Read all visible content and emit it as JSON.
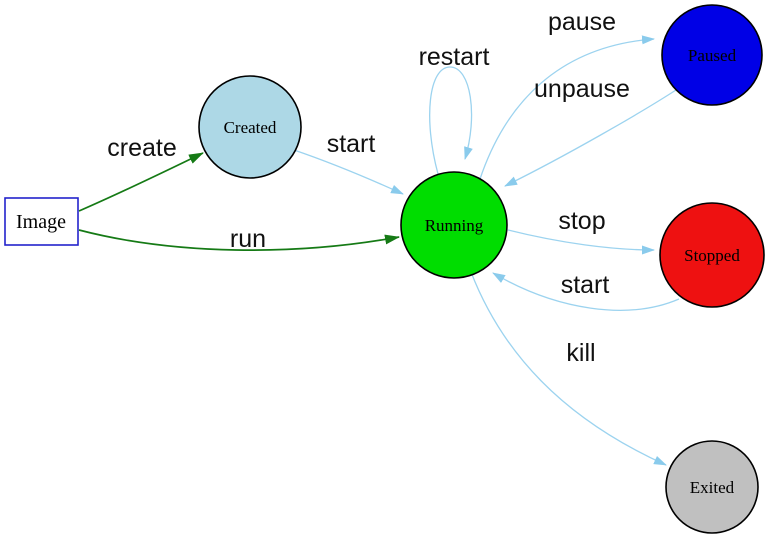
{
  "diagram": {
    "type": "state-diagram",
    "colors": {
      "background": "#ffffff",
      "edge_action": "#9cd3ef",
      "edge_action_arrow": "#8acbec",
      "edge_build": "#157a15",
      "node_border": "#000000",
      "image_border": "#2323cc"
    },
    "nodes": [
      {
        "id": "image",
        "label": "Image",
        "shape": "rect",
        "fill": "#ffffff"
      },
      {
        "id": "created",
        "label": "Created",
        "shape": "circle",
        "fill": "#add8e6"
      },
      {
        "id": "running",
        "label": "Running",
        "shape": "circle",
        "fill": "#00dd00"
      },
      {
        "id": "paused",
        "label": "Paused",
        "shape": "circle",
        "fill": "#0000e6"
      },
      {
        "id": "stopped",
        "label": "Stopped",
        "shape": "circle",
        "fill": "#ee1111"
      },
      {
        "id": "exited",
        "label": "Exited",
        "shape": "circle",
        "fill": "#c0c0c0"
      }
    ],
    "edges": [
      {
        "from": "image",
        "to": "created",
        "label": "create",
        "color": "#157a15"
      },
      {
        "from": "image",
        "to": "running",
        "label": "run",
        "color": "#157a15"
      },
      {
        "from": "created",
        "to": "running",
        "label": "start",
        "color": "#9cd3ef"
      },
      {
        "from": "running",
        "to": "running",
        "label": "restart",
        "color": "#9cd3ef"
      },
      {
        "from": "running",
        "to": "paused",
        "label": "pause",
        "color": "#9cd3ef"
      },
      {
        "from": "paused",
        "to": "running",
        "label": "unpause",
        "color": "#9cd3ef"
      },
      {
        "from": "running",
        "to": "stopped",
        "label": "stop",
        "color": "#9cd3ef"
      },
      {
        "from": "stopped",
        "to": "running",
        "label": "start",
        "color": "#9cd3ef"
      },
      {
        "from": "running",
        "to": "exited",
        "label": "kill",
        "color": "#9cd3ef"
      }
    ]
  }
}
